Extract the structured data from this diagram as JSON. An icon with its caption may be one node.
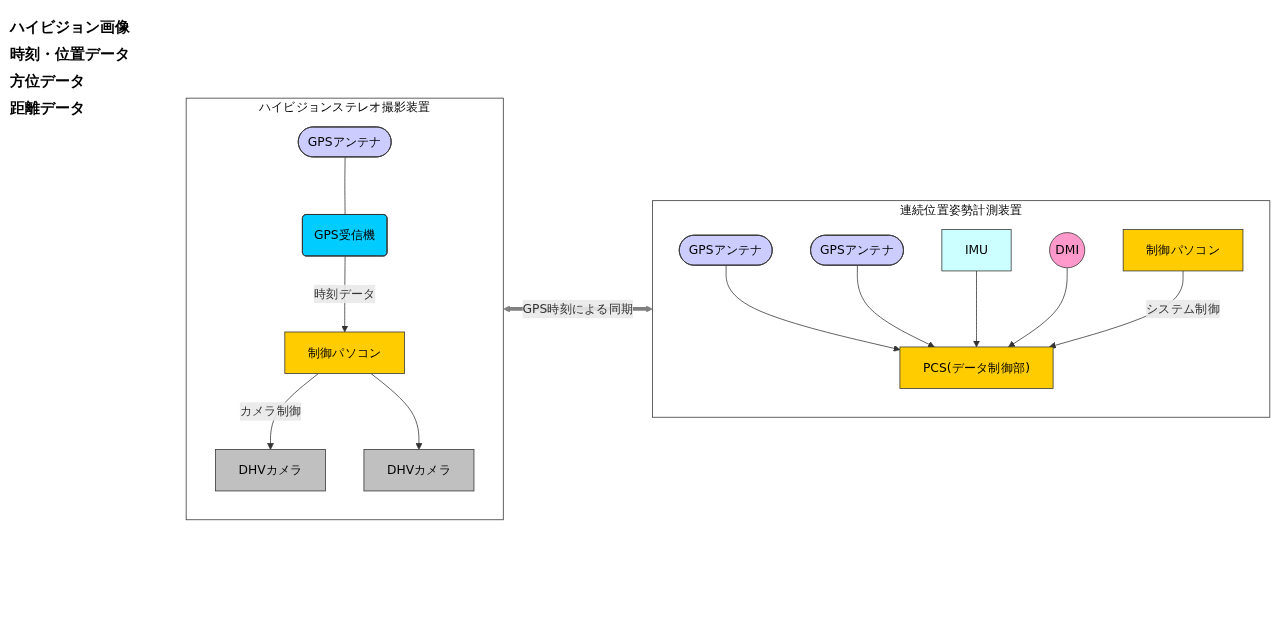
{
  "diagram": {
    "nodes": [
      {
        "text": [
          "ハイビジョンステレオ撮影装置"
        ]
      },
      {
        "text": [
          "GPSアンテナ"
        ],
        "in": 0
      },
      {
        "text": [
          "DHVカメラ"
        ],
        "in": 0
      },
      {
        "text": [
          "DHVカメラ"
        ],
        "in": 0
      },
      {
        "text": [
          "GPS受信機"
        ],
        "in": 0
      },
      {
        "text": [
          "制御パソコン"
        ],
        "in": 0
      },
      {
        "text": [
          "連続位置姿勢計測装置"
        ]
      },
      {
        "text": [
          "GPSアンテナ"
        ],
        "in": 6
      },
      {
        "text": [
          "GPSアンテナ"
        ],
        "in": 6
      },
      {
        "text": [
          "IMU"
        ],
        "in": 6
      },
      {
        "text": [
          "DMI"
        ],
        "in": 6
      },
      {
        "text": [
          "PCS(データ制御部)"
        ],
        "in": 6
      },
      {
        "text": [
          "制御パソコン"
        ],
        "in": 6
      }
    ],
    "edges": [
      {
        "from": 1,
        "to": 4,
        "arrow": "none"
      },
      {
        "from": 4,
        "to": 5,
        "arrow": "to",
        "label": "時刻データ"
      },
      {
        "from": 5,
        "to": 2,
        "arrow": "to",
        "label": "カメラ制御"
      },
      {
        "from": 5,
        "to": 3,
        "arrow": "to"
      },
      {
        "from": 7,
        "to": 11,
        "arrow": "to"
      },
      {
        "from": 8,
        "to": 11,
        "arrow": "to"
      },
      {
        "from": 9,
        "to": 11,
        "arrow": "to"
      },
      {
        "from": 10,
        "to": 11,
        "arrow": "to"
      },
      {
        "from": 12,
        "to": 11,
        "arrow": "to",
        "label": "システム制御"
      },
      {
        "from": 0,
        "to": 6,
        "arrow": "both",
        "label": "GPS時刻による同期",
        "style": "thick",
        "color": "#808080"
      }
    ],
    "labels": [
      "ハイビジョン画像",
      "時刻・位置データ",
      "方位データ",
      "距離データ"
    ]
  }
}
